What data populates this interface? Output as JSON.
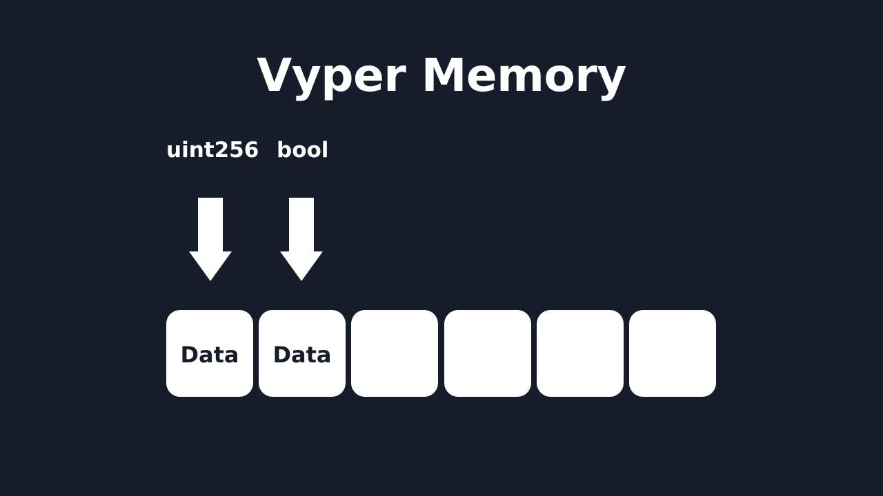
{
  "title": "Vyper Memory",
  "labels": [
    {
      "text": "uint256"
    },
    {
      "text": "bool"
    }
  ],
  "memory_slots": [
    {
      "text": "Data"
    },
    {
      "text": "Data"
    },
    {
      "text": ""
    },
    {
      "text": ""
    },
    {
      "text": ""
    },
    {
      "text": ""
    }
  ],
  "colors": {
    "background": "#161c29",
    "foreground": "#ffffff"
  },
  "icons": [
    "arrow-down-icon",
    "arrow-down-icon"
  ]
}
